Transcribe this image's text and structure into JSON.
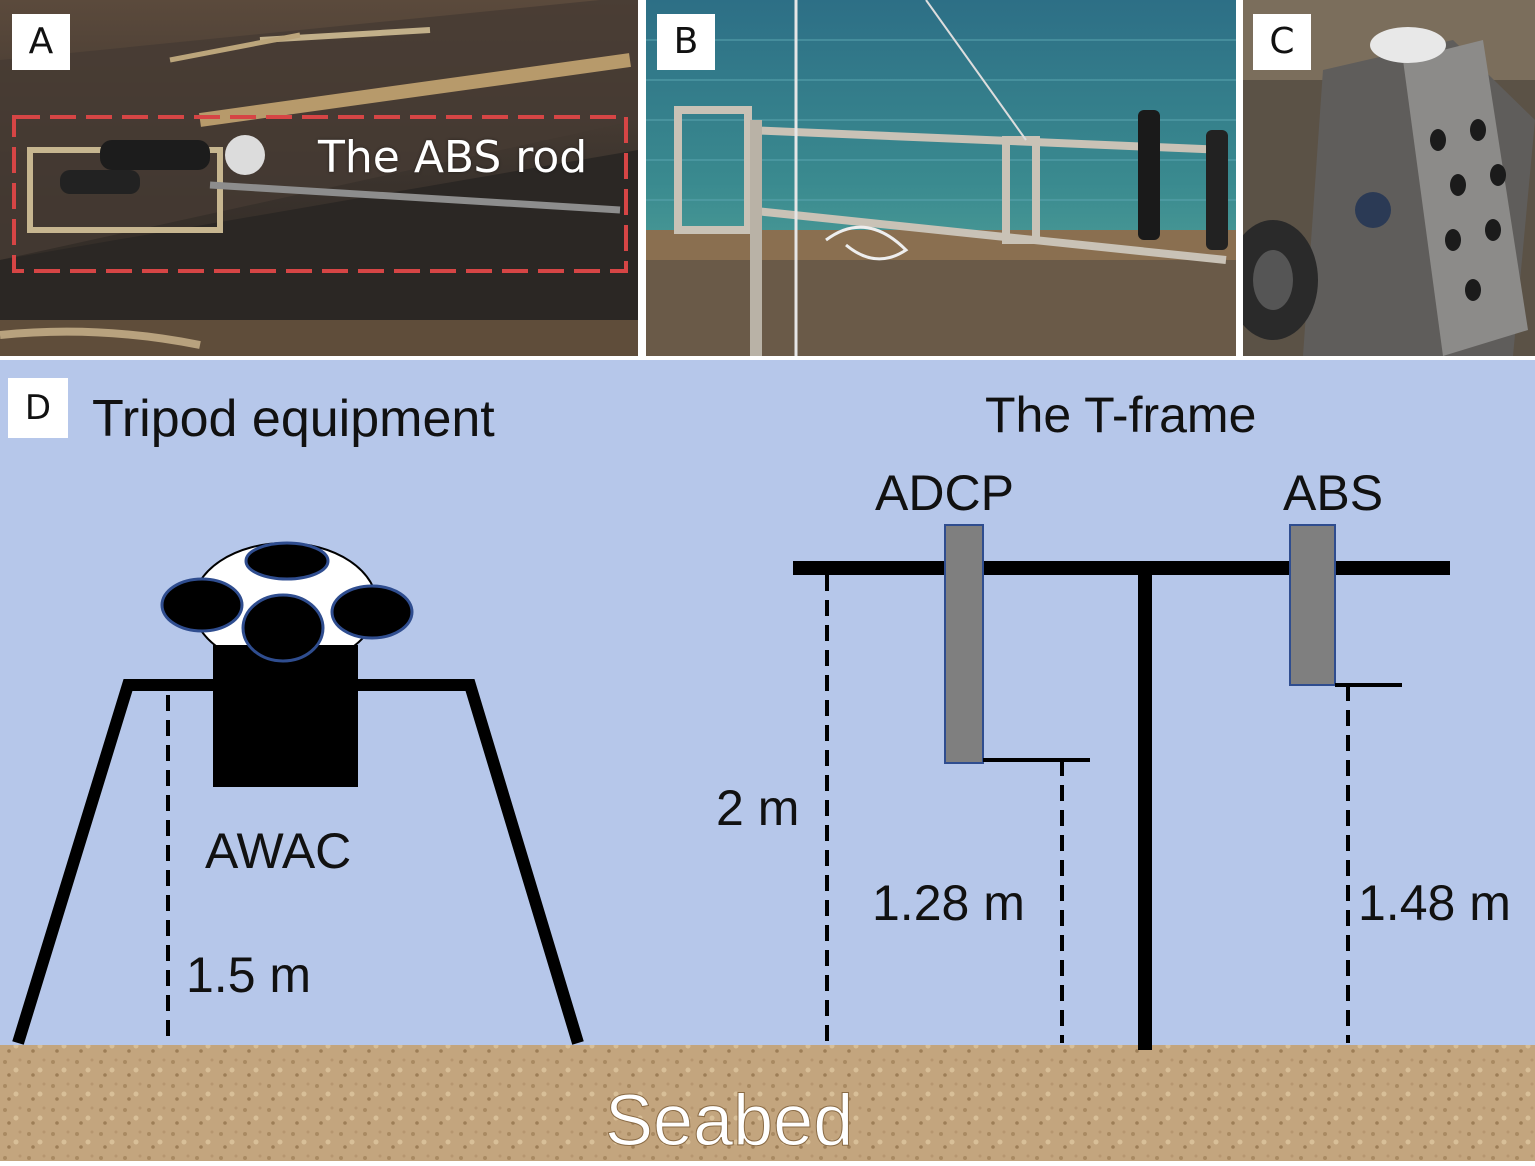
{
  "panels": {
    "a": "A",
    "b": "B",
    "c": "C",
    "d": "D"
  },
  "photo_a": {
    "label": "The ABS rod"
  },
  "diagram": {
    "tripod_title": "Tripod equipment",
    "tframe_title": "The T-frame",
    "awac_label": "AWAC",
    "adcp_label": "ADCP",
    "abs_label": "ABS",
    "height_tripod": "1.5 m",
    "height_tframe": "2 m",
    "height_adcp": "1.28 m",
    "height_abs": "1.48 m",
    "seabed_label": "Seabed"
  },
  "colors": {
    "water": "#b6c7ea",
    "seabed": "#c3a57e",
    "instrument_grey": "#7f7f7f",
    "instrument_border": "#2f4d8f",
    "dashed_box": "#d64545"
  }
}
